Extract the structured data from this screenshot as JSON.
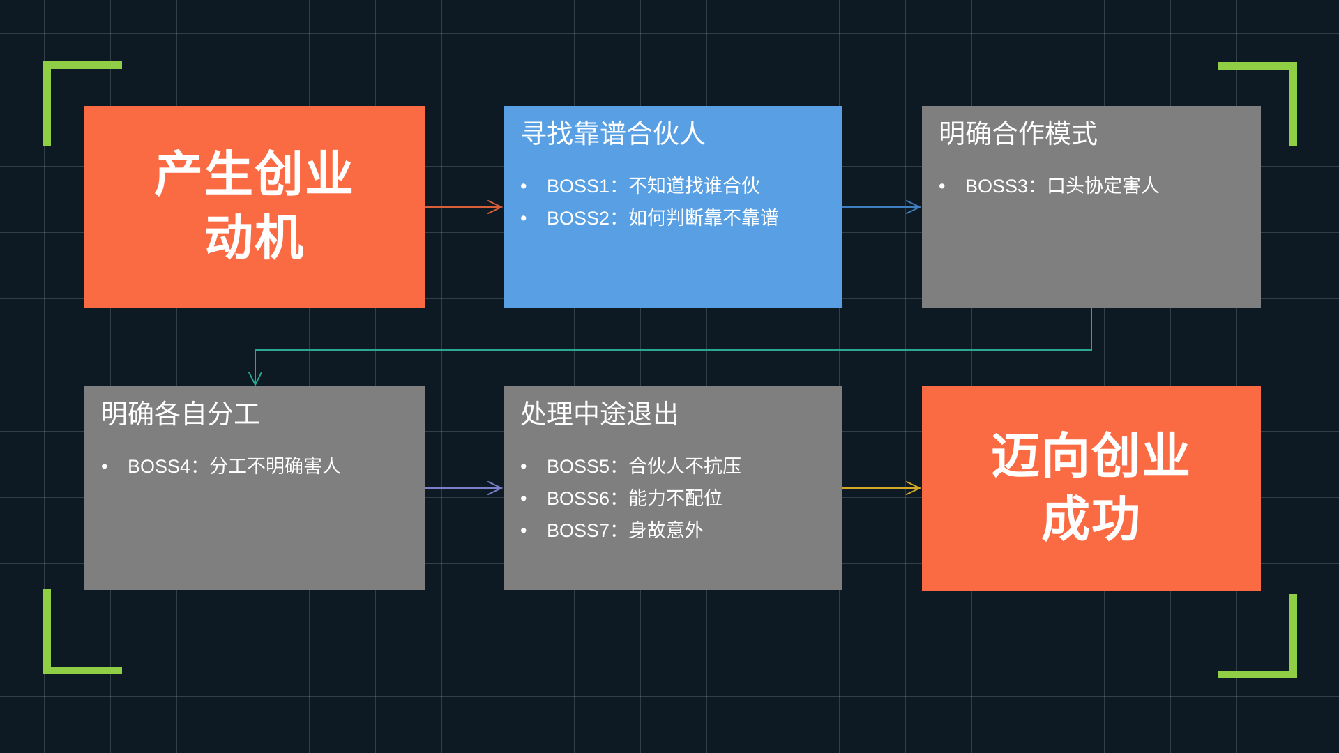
{
  "colors": {
    "background": "#0d1a23",
    "grid_line": "#3c4a56",
    "orange_box": "#fa6b44",
    "blue_box": "#58a0e3",
    "gray_box": "#7f7f7f",
    "corner_bracket_green": "#90ce45",
    "text": "#ffffff"
  },
  "bullet_char": "•",
  "boxes": {
    "motivation": {
      "line1": "产生创业",
      "line2": "动机"
    },
    "find_partner": {
      "title": "寻找靠谱合伙人",
      "bullets": [
        "BOSS1：不知道找谁合伙",
        "BOSS2：如何判断靠不靠谱"
      ]
    },
    "cooperation": {
      "title": "明确合作模式",
      "bullets": [
        "BOSS3：口头协定害人"
      ]
    },
    "division": {
      "title": "明确各自分工",
      "bullets": [
        "BOSS4：分工不明确害人"
      ]
    },
    "exit": {
      "title": "处理中途退出",
      "bullets": [
        "BOSS5：合伙人不抗压",
        "BOSS6：能力不配位",
        "BOSS7：身故意外"
      ]
    },
    "success": {
      "line1": "迈向创业",
      "line2": "成功"
    }
  },
  "arrows": [
    {
      "name": "motivation-to-find-partner",
      "color": "#d95f3b"
    },
    {
      "name": "find-partner-to-cooperation",
      "color": "#3f7fc0"
    },
    {
      "name": "cooperation-to-division",
      "color": "#2aa792"
    },
    {
      "name": "division-to-exit",
      "color": "#7a80cc"
    },
    {
      "name": "exit-to-success",
      "color": "#d4a928"
    }
  ]
}
